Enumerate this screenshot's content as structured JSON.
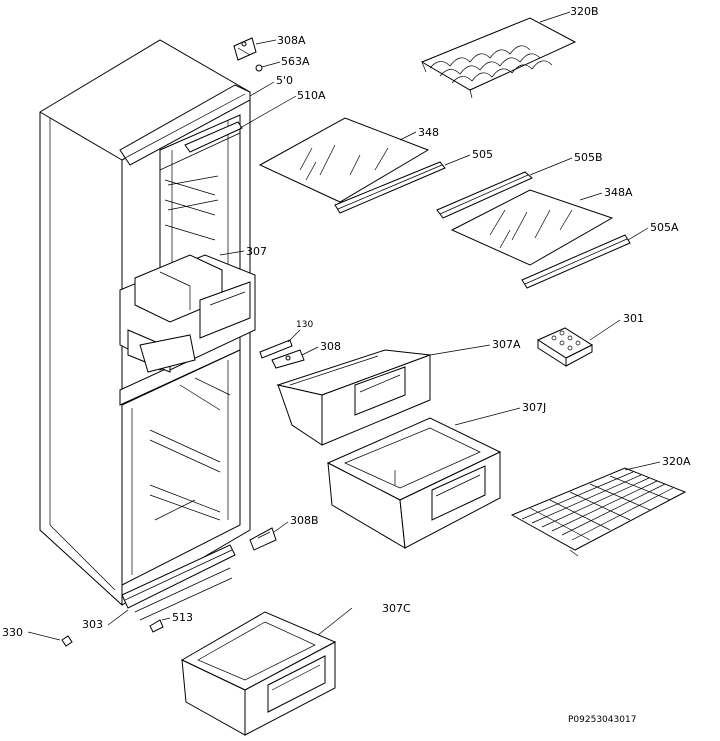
{
  "diagram": {
    "labels": {
      "l308A": "308A",
      "l563A": "563A",
      "l510": "5'0",
      "l510A": "510A",
      "l320B": "320B",
      "l348": "348",
      "l505": "505",
      "l505B": "505B",
      "l348A": "348A",
      "l505A": "505A",
      "l307": "307",
      "l130": "130",
      "l308": "308",
      "l307A": "307A",
      "l301": "301",
      "l307J": "307J",
      "l320A": "320A",
      "l308B": "308B",
      "l330": "330",
      "l303": "303",
      "l513": "513",
      "l307C": "307C"
    },
    "reference_code": "P09253043017"
  }
}
